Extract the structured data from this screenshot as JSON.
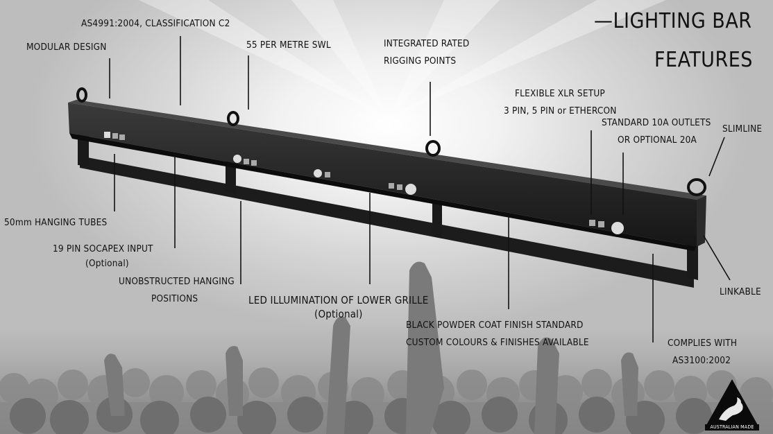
{
  "title": {
    "line1": "—LIGHTING BAR",
    "line2": "FEATURES"
  },
  "callouts": {
    "modular": "MODULAR DESIGN",
    "as4991": "AS4991:2004, CLASSIFICATION C2",
    "swl": "55 PER METRE SWL",
    "rigging_1": "INTEGRATED RATED",
    "rigging_2": "RIGGING POINTS",
    "xlr_1": "FLEXIBLE XLR SETUP",
    "xlr_2": "3 PIN, 5 PIN or ETHERCON",
    "outlets_1": "STANDARD 10A OUTLETS",
    "outlets_2": "OR OPTIONAL 20A",
    "slimline": "SLIMLINE",
    "tubes": "50mm HANGING TUBES",
    "socapex_1": "19 PIN SOCAPEX INPUT",
    "socapex_2": "(Optional)",
    "unobstructed_1": "UNOBSTRUCTED HANGING",
    "unobstructed_2": "POSITIONS",
    "led_1": "LED ILLUMINATION OF LOWER GRILLE",
    "led_2": "(Optional)",
    "linkable": "LINKABLE",
    "finish_1": "BLACK POWDER COAT FINISH STANDARD",
    "finish_2": "CUSTOM COLOURS & FINISHES AVAILABLE",
    "complies_1": "COMPLIES WITH",
    "complies_2": "AS3100:2002"
  },
  "badge": {
    "label": "AUSTRALIAN MADE"
  },
  "icons": [
    "lighting-bar-image",
    "kangaroo-triangle-icon",
    "crowd-silhouette"
  ]
}
